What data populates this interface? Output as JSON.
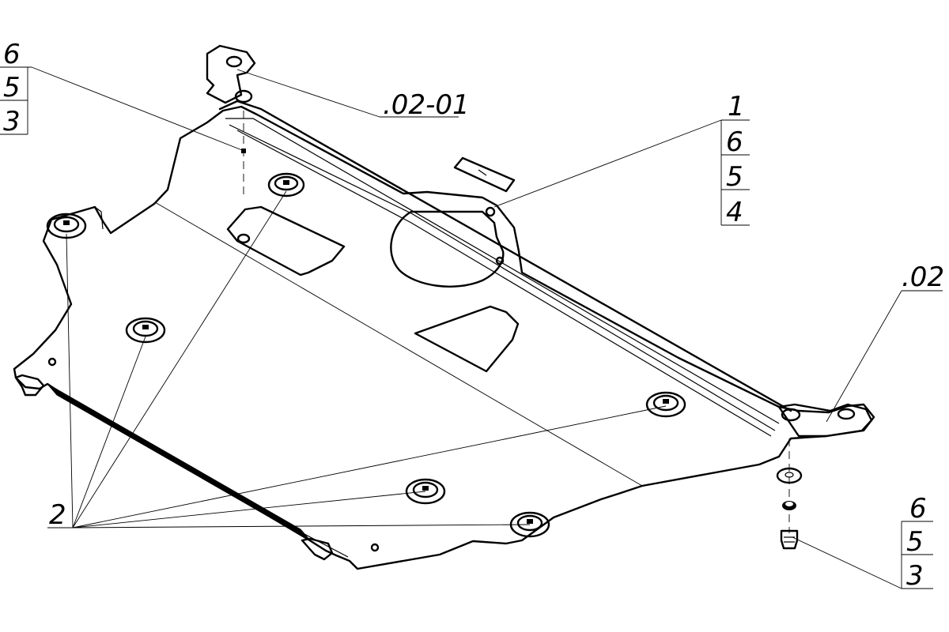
{
  "callouts": {
    "top_left": [
      "6",
      "5",
      "3"
    ],
    "top_bracket": ".02-01",
    "right_upper": [
      "1",
      "6",
      "5",
      "4"
    ],
    "right_mid": ".02",
    "bottom_left": "2",
    "bottom_right": [
      "6",
      "5",
      "3"
    ]
  }
}
